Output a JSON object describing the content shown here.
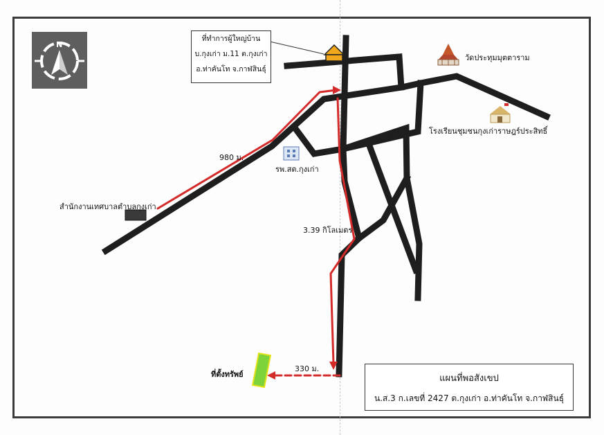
{
  "map": {
    "callout": {
      "line1": "ที่ทำการผู้ใหญ่บ้าน",
      "line2": "บ.กุงเก่า ม.11 ต.กุงเก่า",
      "line3": "อ.ท่าคันโท จ.กาฬสินธุ์"
    },
    "compass_letter": "N",
    "labels": {
      "temple": "วัดประทุมมุตตาราม",
      "school": "โรงเรียนชุมชนกุงเก่าราษฎร์ประสิทธิ์",
      "hospital": "รพ.สต.กุงเก่า",
      "municipal_office": "สำนักงานเทศบาลตำบลกุงเก่า",
      "distance_office": "980 ม.",
      "distance_main": "3.39 กิโลเมตร",
      "distance_final": "330 ม.",
      "property": "ที่ตั้งทรัพย์"
    },
    "legend": {
      "title": "แผนที่พอสังเขป",
      "subtitle": "น.ส.3 ก.เลขที่ 2427  ต.กุงเก่า  อ.ท่าคันโท  จ.กาฬสินธุ์"
    },
    "colors": {
      "road": "#1e1e1e",
      "route": "#d42a2a",
      "property": "#7ed23a",
      "compass_bg": "#5e5e5e",
      "house": "#f2a81d"
    }
  }
}
